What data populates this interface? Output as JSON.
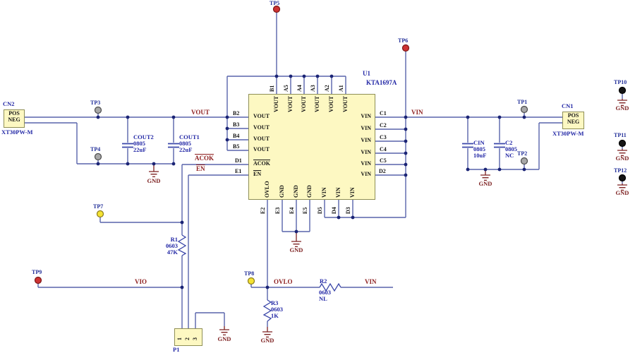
{
  "ic": {
    "ref": "U1",
    "part": "KTA1697A",
    "pins": {
      "top": [
        {
          "des": "B1",
          "name": "VOUT"
        },
        {
          "des": "A5",
          "name": "VOUT"
        },
        {
          "des": "A4",
          "name": "VOUT"
        },
        {
          "des": "A3",
          "name": "VOUT"
        },
        {
          "des": "A2",
          "name": "VOUT"
        },
        {
          "des": "A1",
          "name": "VOUT"
        }
      ],
      "left": [
        {
          "des": "B2",
          "name": "VOUT"
        },
        {
          "des": "B3",
          "name": "VOUT"
        },
        {
          "des": "B4",
          "name": "VOUT"
        },
        {
          "des": "B5",
          "name": "VOUT"
        },
        {
          "des": "D1",
          "name": "ACOK"
        },
        {
          "des": "E1",
          "name": "EN"
        }
      ],
      "right": [
        {
          "des": "C1",
          "name": "VIN"
        },
        {
          "des": "C2",
          "name": "VIN"
        },
        {
          "des": "C3",
          "name": "VIN"
        },
        {
          "des": "C4",
          "name": "VIN"
        },
        {
          "des": "C5",
          "name": "VIN"
        },
        {
          "des": "D2",
          "name": "VIN"
        }
      ],
      "bottom": [
        {
          "des": "E2",
          "name": "OVLO"
        },
        {
          "des": "E3",
          "name": "GND"
        },
        {
          "des": "E4",
          "name": "GND"
        },
        {
          "des": "E5",
          "name": "GND"
        },
        {
          "des": "D5",
          "name": "VIN"
        },
        {
          "des": "D4",
          "name": "VIN"
        },
        {
          "des": "D3",
          "name": "VIN"
        }
      ]
    }
  },
  "connectors": {
    "cn2": {
      "ref": "CN2",
      "pos": "POS",
      "neg": "NEG",
      "part": "XT30PW-M"
    },
    "cn1": {
      "ref": "CN1",
      "pos": "POS",
      "neg": "NEG",
      "part": "XT30PW-M"
    },
    "p1": {
      "ref": "P1",
      "pins": [
        "1",
        "2",
        "3"
      ]
    }
  },
  "capacitors": {
    "cout2": {
      "ref": "COUT2",
      "footprint": "0805",
      "value": "22uF"
    },
    "cout1": {
      "ref": "COUT1",
      "footprint": "0805",
      "value": "22uF"
    },
    "cin": {
      "ref": "CIN",
      "footprint": "0805",
      "value": "10uF"
    },
    "c2": {
      "ref": "C2",
      "footprint": "0805",
      "value": "NC"
    }
  },
  "resistors": {
    "r1": {
      "ref": "R1",
      "footprint": "0603",
      "value": "47K"
    },
    "r2": {
      "ref": "R2",
      "footprint": "0603",
      "value": "NL"
    },
    "r3": {
      "ref": "R3",
      "footprint": "0603",
      "value": "1K"
    }
  },
  "test_points": {
    "tp1": "TP1",
    "tp2": "TP2",
    "tp3": "TP3",
    "tp4": "TP4",
    "tp5": "TP5",
    "tp6": "TP6",
    "tp7": "TP7",
    "tp8": "TP8",
    "tp9": "TP9",
    "tp10": "TP10",
    "tp11": "TP11",
    "tp12": "TP12"
  },
  "nets": {
    "vout": "VOUT",
    "vin": "VIN",
    "acok": "ACOK",
    "en": "EN",
    "vio": "VIO",
    "ovlo": "OVLO",
    "gnd": "GND"
  },
  "colors": {
    "wire": "#5864ab",
    "symbol_fill": "#fdf8c2",
    "net_label": "#8e1f1f",
    "reference": "#2328a6",
    "gnd_symbol": "#7d2121"
  }
}
